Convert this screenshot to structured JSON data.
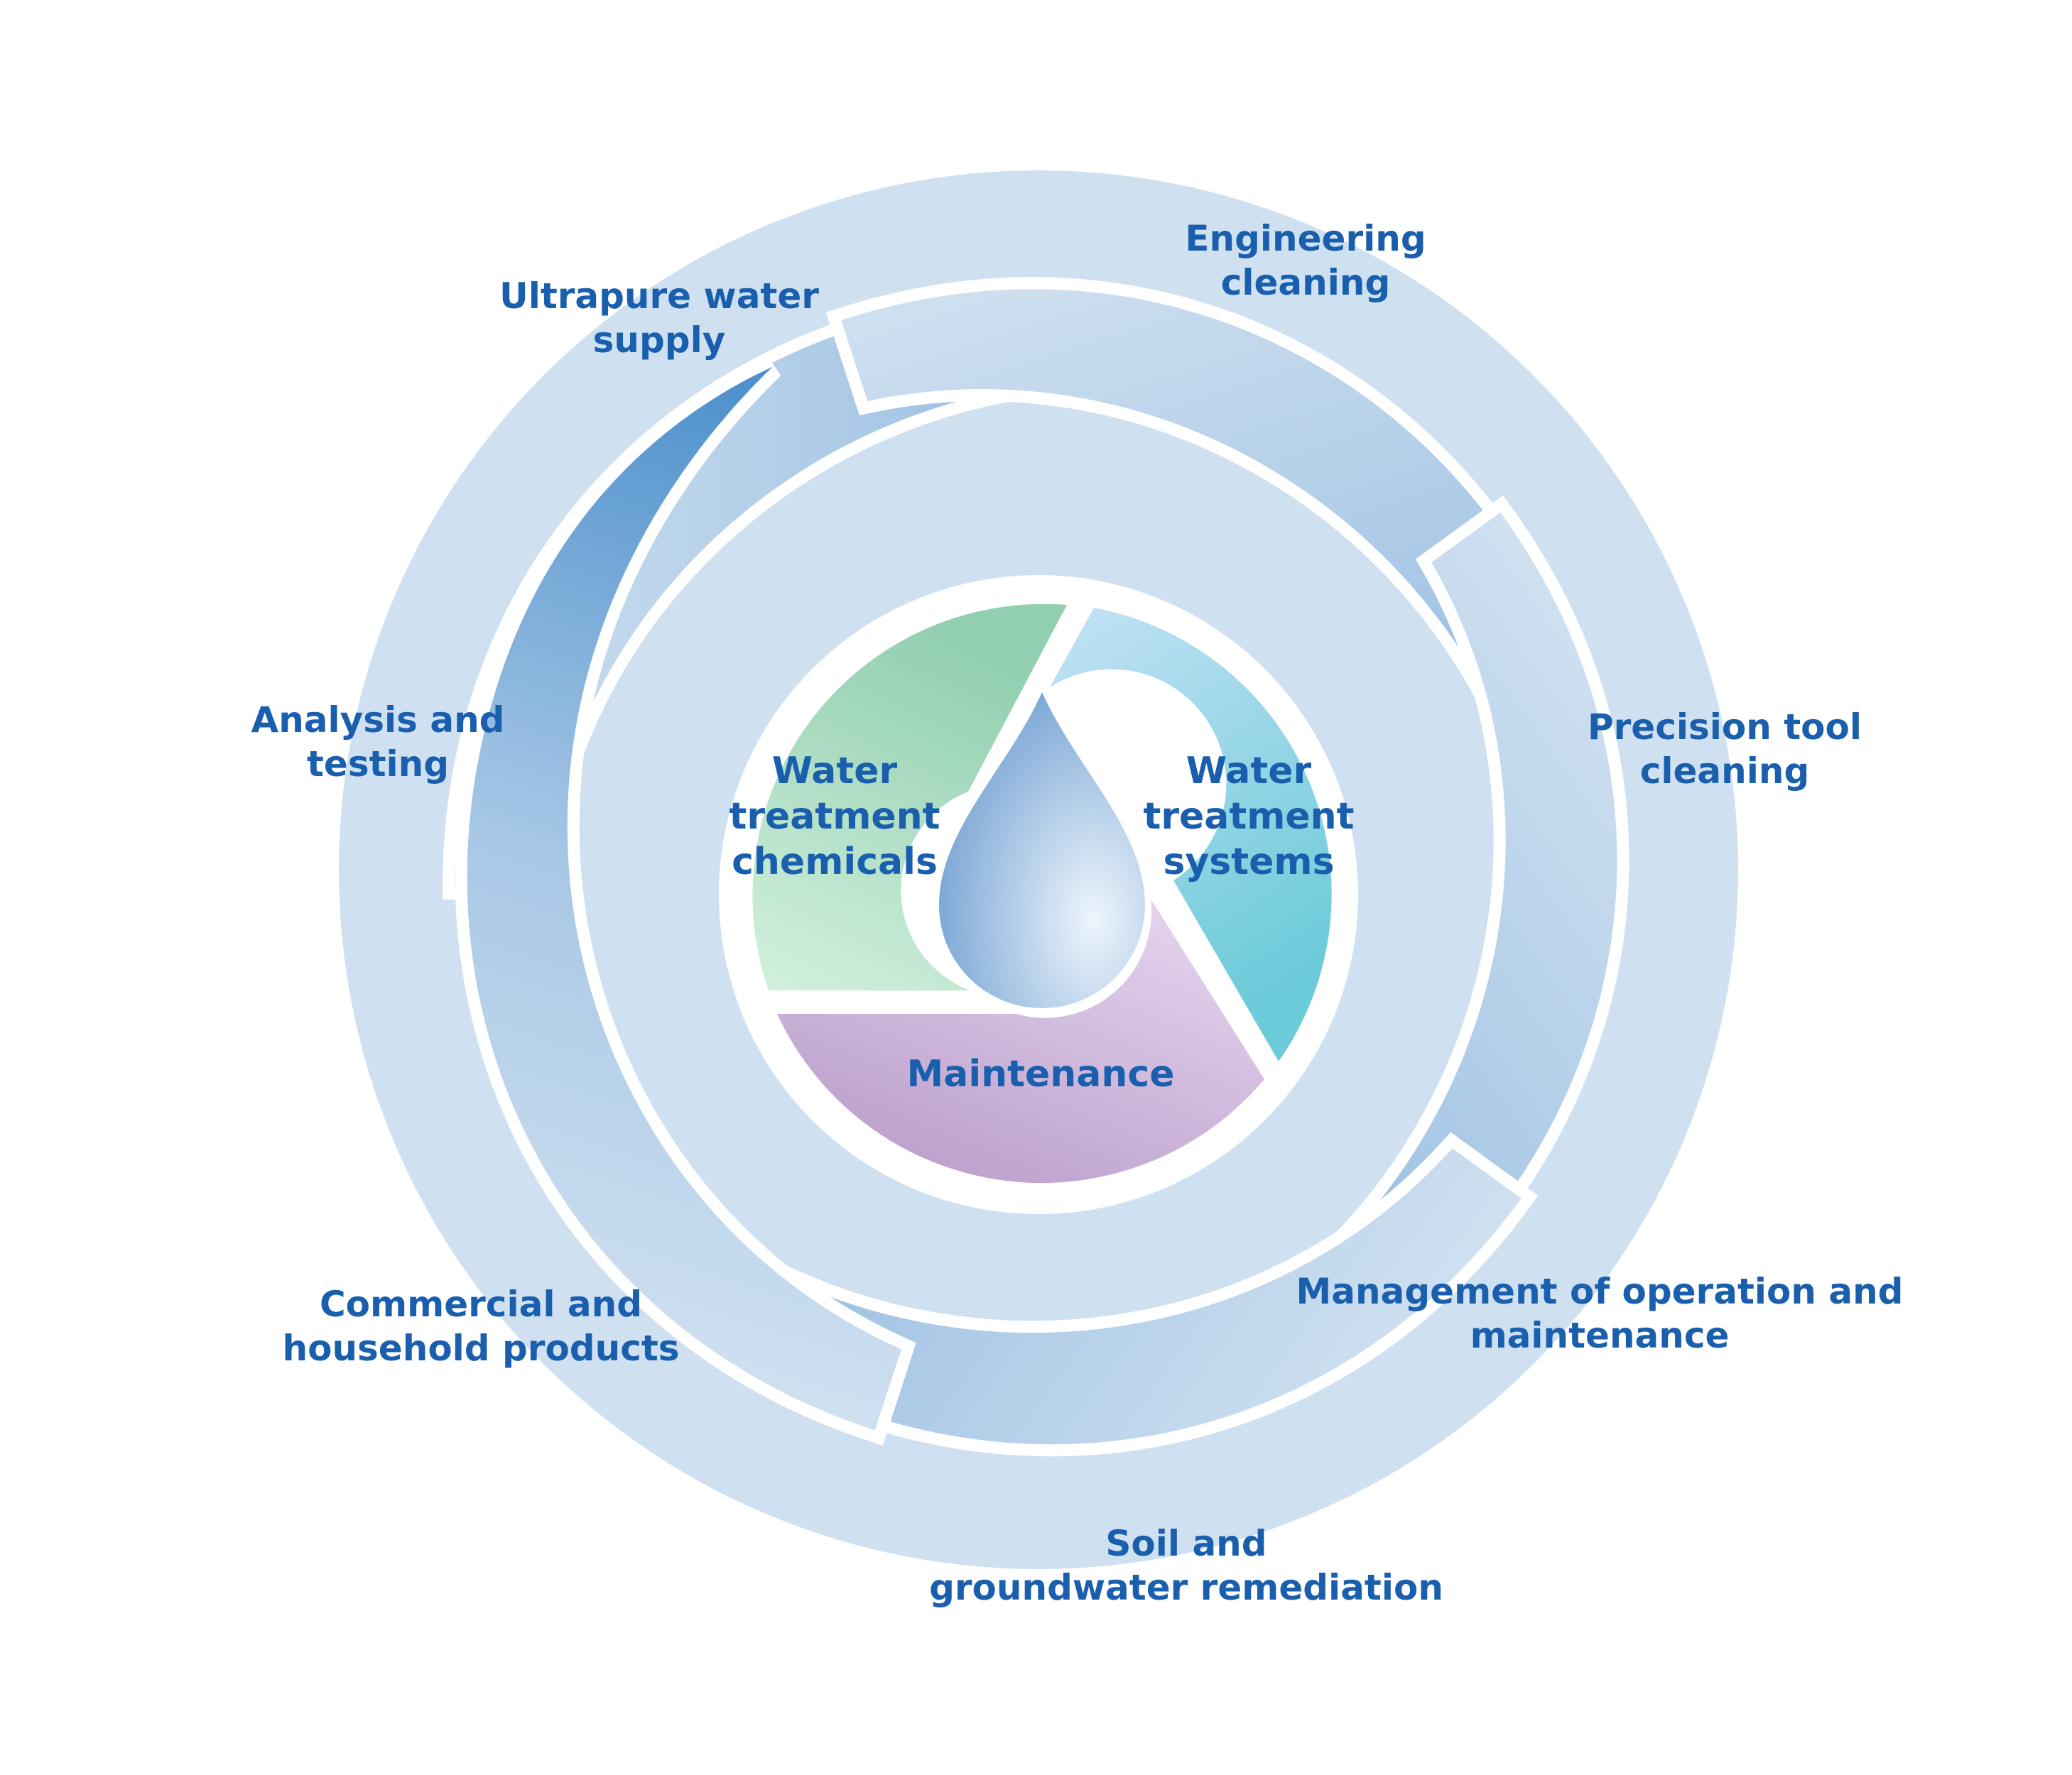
{
  "colors": {
    "text": "#1a5fae",
    "swirl_light": "#cfe0f0",
    "swirl_mid": "#a8c8e6",
    "swirl_dark": "#4a8ecb",
    "chemicals_light": "#d3f1dd",
    "chemicals_dark": "#92cfb1",
    "systems_light": "#c4e2f6",
    "systems_dark": "#6ccbd8",
    "maintenance_light": "#e9d9f2",
    "maintenance_dark": "#bb9fcb",
    "drop_light": "#e6f0fa",
    "drop_dark": "#6f9fd1"
  },
  "core": {
    "water_treatment_chemicals": [
      "Water",
      "treatment",
      "chemicals"
    ],
    "water_treatment_systems": [
      "Water",
      "treatment",
      "systems"
    ],
    "maintenance": [
      "Maintenance"
    ]
  },
  "services": {
    "engineering_cleaning": [
      "Engineering",
      "cleaning"
    ],
    "ultrapure_water_supply": [
      "Ultrapure water",
      "supply"
    ],
    "analysis_and_testing": [
      "Analysis and",
      "testing"
    ],
    "precision_tool_cleaning": [
      "Precision tool",
      "cleaning"
    ],
    "commercial_and_household_products": [
      "Commercial and",
      "household products"
    ],
    "management_of_operation_and_maintenance": [
      "Management of operation and",
      "maintenance"
    ],
    "soil_and_groundwater_remediation": [
      "Soil and",
      "groundwater remediation"
    ]
  }
}
